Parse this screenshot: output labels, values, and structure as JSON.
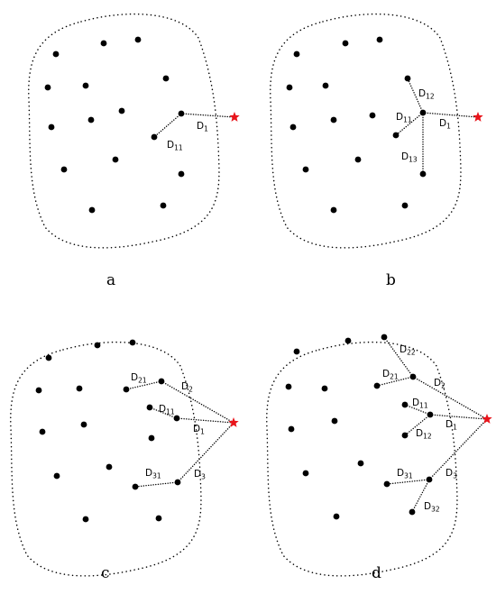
{
  "panels": [
    {
      "caption": "a",
      "labels": [
        {
          "main": "D",
          "sub": "1"
        },
        {
          "main": "D",
          "sub": "11"
        }
      ]
    },
    {
      "caption": "b",
      "labels": [
        {
          "main": "D",
          "sub": "12"
        },
        {
          "main": "D",
          "sub": "11"
        },
        {
          "main": "D",
          "sub": "1"
        },
        {
          "main": "D",
          "sub": "13"
        }
      ]
    },
    {
      "caption": "c",
      "labels": [
        {
          "main": "D",
          "sub": "21"
        },
        {
          "main": "D",
          "sub": "2"
        },
        {
          "main": "D",
          "sub": "11"
        },
        {
          "main": "D",
          "sub": "1"
        },
        {
          "main": "D",
          "sub": "31"
        },
        {
          "main": "D",
          "sub": "3"
        }
      ]
    },
    {
      "caption": "d",
      "labels": [
        {
          "main": "D",
          "sub": "22"
        },
        {
          "main": "D",
          "sub": "21"
        },
        {
          "main": "D",
          "sub": "2"
        },
        {
          "main": "D",
          "sub": "11"
        },
        {
          "main": "D",
          "sub": "1"
        },
        {
          "main": "D",
          "sub": "12"
        },
        {
          "main": "D",
          "sub": "31"
        },
        {
          "main": "D",
          "sub": "3"
        },
        {
          "main": "D",
          "sub": "32"
        }
      ]
    }
  ],
  "colors": {
    "node": "#000000",
    "link": "#000000",
    "boundary": "#000000",
    "target_star": "#e8141b"
  }
}
